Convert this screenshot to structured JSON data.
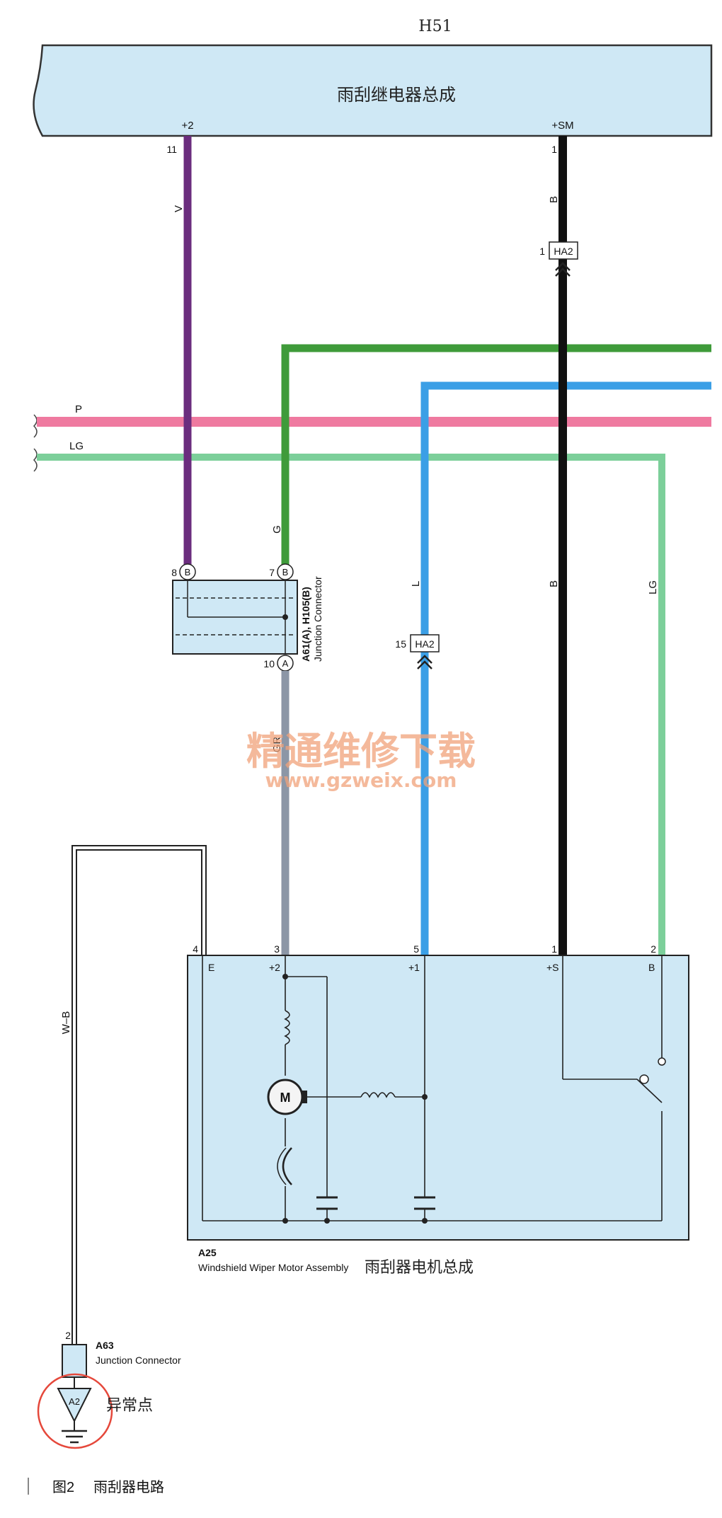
{
  "relay": {
    "id": "H51",
    "name": "雨刮继电器总成",
    "pin_plus2_label": "+2",
    "pin_plus2_num": "11",
    "pin_sm_label": "+SM",
    "pin_sm_num": "1"
  },
  "wires": {
    "v": "V",
    "b_top": "B",
    "p": "P",
    "lg_left": "LG",
    "g": "G",
    "l": "L",
    "b_mid": "B",
    "lg_right": "LG",
    "gr": "GR",
    "wb": "W–B"
  },
  "ha2_top": {
    "label": "HA2",
    "pin": "1"
  },
  "ha2_mid": {
    "label": "HA2",
    "pin": "15"
  },
  "junction": {
    "title": "A61(A), H105(B)",
    "subtitle": "Junction Connector",
    "pin8": "8",
    "pin7": "7",
    "pin10": "10",
    "tag_b": "B",
    "tag_a": "A"
  },
  "motor": {
    "code": "A25",
    "name_en": "Windshield Wiper Motor Assembly",
    "name_cn": "雨刮器电机总成",
    "pins": {
      "e_num": "4",
      "e_label": "E",
      "p2_num": "3",
      "p2_label": "+2",
      "p1_num": "5",
      "p1_label": "+1",
      "s_num": "1",
      "s_label": "+S",
      "b_num": "2",
      "b_label": "B"
    },
    "m_label": "M"
  },
  "a63": {
    "code": "A63",
    "name": "Junction Connector",
    "pin": "2"
  },
  "ground": {
    "label": "A2",
    "note": "异常点"
  },
  "watermark": {
    "line1": "精通维修下载",
    "line2": "www.gzweix.com"
  },
  "caption": {
    "fig": "图2",
    "title": "雨刮器电路"
  },
  "colors": {
    "violet": "#6b2d7e",
    "black": "#111111",
    "green": "#3f9b3a",
    "blue": "#3b9fe6",
    "pink": "#ef7aa0",
    "light_green": "#7ccf9a",
    "gray": "#8c96a6",
    "panel": "#cfe8f5",
    "highlight": "#e5483b",
    "watermark": "#f0a27a"
  }
}
